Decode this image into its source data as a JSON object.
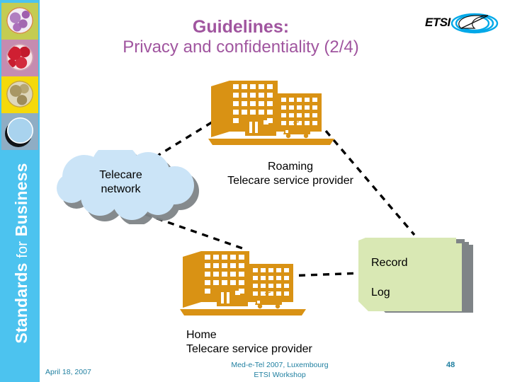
{
  "slide": {
    "title_line1": "Guidelines:",
    "title_line2": "Privacy and confidentiality (2/4)",
    "title_color": "#a0559f"
  },
  "sidebar": {
    "slogan_bold_1": "Standards",
    "slogan_light": "for",
    "slogan_bold_2": "Business",
    "background_color": "#4cc3ef",
    "tiles": [
      {
        "name": "globe-purple-tile",
        "background": "#c4cc52",
        "globe_color": "#a368b0"
      },
      {
        "name": "globe-red-tile",
        "background": "#c58cb0",
        "globe_color": "#cf1f32"
      },
      {
        "name": "globe-tan-tile",
        "background": "#f5d90b",
        "globe_color": "#a89764"
      },
      {
        "name": "moon-blue-tile",
        "background": "#8fadc4",
        "globe_color": "#a9d3ee"
      }
    ]
  },
  "logo": {
    "wordmark": "ETSI",
    "swirl_color": "#00a0e0",
    "icon": "etsi-swirl-icon"
  },
  "diagram": {
    "cloud": {
      "label_line1": "Telecare",
      "label_line2": "network",
      "fill_color": "#cbe4f7",
      "shadow_color": "#808080"
    },
    "roaming_node": {
      "label_line1": "Roaming",
      "label_line2": "Telecare service provider",
      "icon": "building-icon",
      "building_color": "#d99214"
    },
    "home_node": {
      "label_line1": "Home",
      "label_line2": "Telecare service provider",
      "icon": "building-icon",
      "building_color": "#d99214"
    },
    "records_node": {
      "label_line1": "Record",
      "label_line2": "Log",
      "fill_color": "#d9e8b4",
      "shadow_color": "#808080"
    },
    "connections": [
      {
        "from": "telecare-network-cloud",
        "to": "roaming-building",
        "style": "dashed"
      },
      {
        "from": "telecare-network-cloud",
        "to": "home-building",
        "style": "dashed"
      },
      {
        "from": "roaming-building",
        "to": "records-stack",
        "style": "dashed"
      },
      {
        "from": "home-building",
        "to": "records-stack",
        "style": "dashed"
      }
    ]
  },
  "footer": {
    "date": "April 18, 2007",
    "event_line1": "Med-e-Tel 2007, Luxembourg",
    "event_line2": "ETSI Workshop",
    "page_number": "48",
    "color": "#1f7fa0"
  }
}
